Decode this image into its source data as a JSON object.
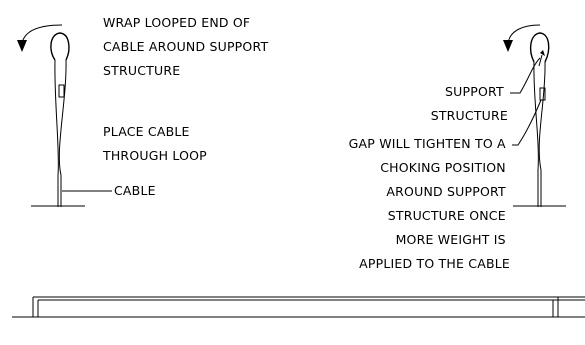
{
  "left_detail": {
    "instruction_wrap": [
      "WRAP LOOPED END OF",
      "CABLE AROUND SUPPORT",
      "STRUCTURE"
    ],
    "instruction_place": [
      "PLACE CABLE",
      "THROUGH LOOP"
    ],
    "cable_label": "CABLE"
  },
  "right_detail": {
    "support_label": [
      "SUPPORT",
      "STRUCTURE"
    ],
    "gap_note": [
      "GAP WILL TIGHTEN TO A",
      "CHOKING POSITION",
      "AROUND SUPPORT",
      "STRUCTURE ONCE",
      "MORE WEIGHT IS",
      "APPLIED TO THE CABLE"
    ]
  },
  "colors": {
    "ink": "#000000",
    "background": "#ffffff"
  }
}
